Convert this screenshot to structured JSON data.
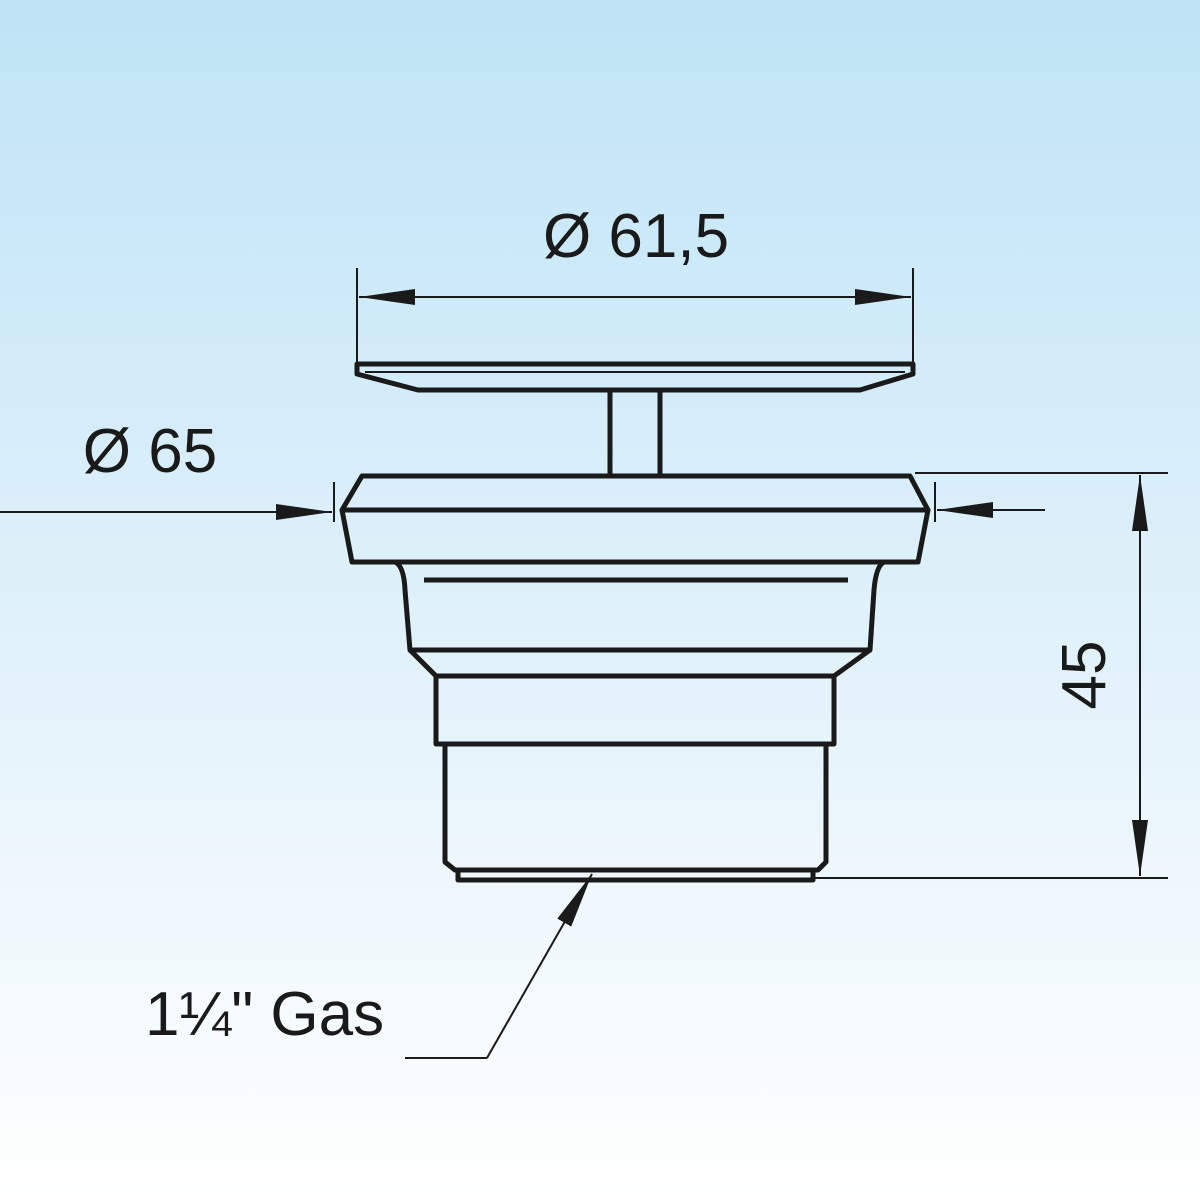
{
  "dimensions": {
    "top_diameter": "Ø 61,5",
    "flange_diameter": "Ø 65",
    "height": "45",
    "thread": "1¼\" Gas"
  },
  "colors": {
    "background_top": "#bfe4f6",
    "background_bottom": "#ffffff",
    "line": "#1a1a1a"
  }
}
